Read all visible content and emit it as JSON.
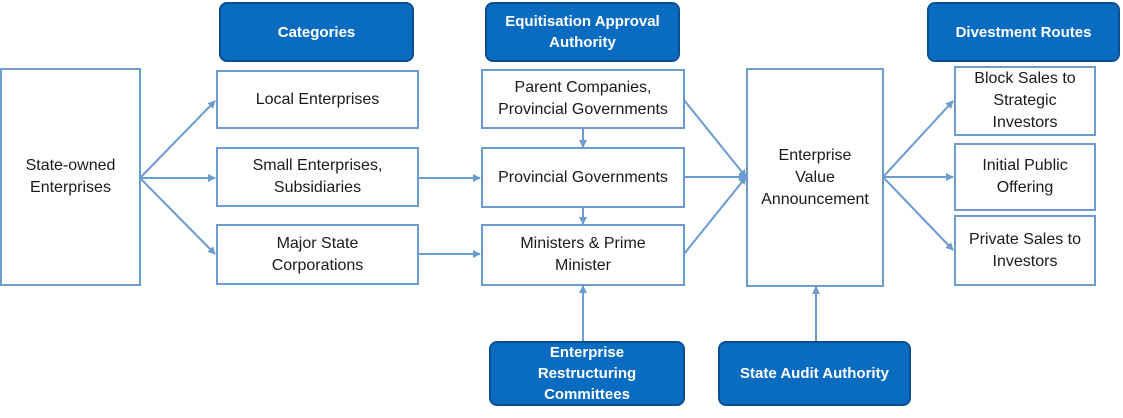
{
  "headers": {
    "categories": "Categories",
    "approval": "Equitisation Approval\nAuthority",
    "routes": "Divestment Routes",
    "committees": "Enterprise\nRestructuring\nCommittees",
    "audit": "State Audit Authority"
  },
  "nodes": {
    "soe": "State-owned\nEnterprises",
    "local": "Local Enterprises",
    "small": "Small Enterprises,\nSubsidiaries",
    "major": "Major State\nCorporations",
    "parent": "Parent Companies,\nProvincial Governments",
    "provincial": "Provincial Governments",
    "ministers": "Ministers & Prime\nMinister",
    "value": "Enterprise\nValue\nAnnouncement",
    "block": "Block Sales to\nStrategic\nInvestors",
    "ipo": "Initial Public\nOffering",
    "private": "Private Sales to\nInvestors"
  },
  "colors": {
    "header_fill": "#0a6cc0",
    "box_border": "#6b9bcf",
    "arrow": "#6b9bcf"
  }
}
